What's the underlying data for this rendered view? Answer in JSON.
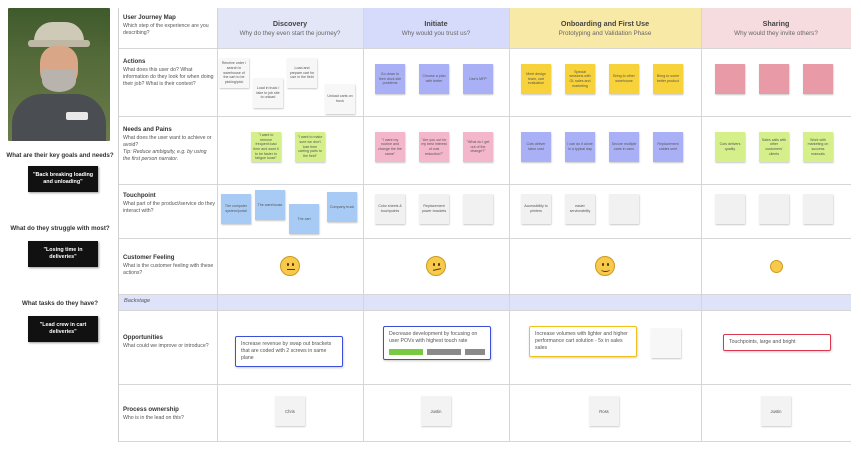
{
  "persona": {
    "questions": [
      "What are their key goals and needs?",
      "What do they struggle with most?",
      "What tasks do they have?"
    ],
    "cards": [
      "\"Back breaking loading and unloading\"",
      "\"Losing time in deliveries\"",
      "\"Lead crew in cart deliveries\""
    ]
  },
  "rows": {
    "journey": {
      "title": "User Journey Map",
      "desc": "Which step of the experience are you describing?"
    },
    "actions": {
      "title": "Actions",
      "desc": "What does this user do? What information do they look for when doing their job? What is their context?"
    },
    "needs": {
      "title": "Needs and Pains",
      "desc": "What does the user want to achieve or avoid?",
      "tip": "Tip: Reduce ambiguity, e.g. by using the first person narrator."
    },
    "touchpoint": {
      "title": "Touchpoint",
      "desc": "What part of the product/service do they interact with?"
    },
    "feeling": {
      "title": "Customer Feeling",
      "desc": "What is the customer feeling with these actions?"
    },
    "backstage": {
      "title": "Backstage"
    },
    "opportunities": {
      "title": "Opportunities",
      "desc": "What could we improve or introduce?"
    },
    "ownership": {
      "title": "Process ownership",
      "desc": "Who is in the lead on this?"
    }
  },
  "stages": [
    {
      "title": "Discovery",
      "subtitle": "Why do they even start the journey?",
      "color": "#e3e6f7"
    },
    {
      "title": "Initiate",
      "subtitle": "Why would you trust us?",
      "color": "#d7dbfb"
    },
    {
      "title": "Onboarding and First Use",
      "subtitle": "Prototyping and Validation Phase",
      "color": "#f9e9a6"
    },
    {
      "title": "Sharing",
      "subtitle": "Why would they invite others?",
      "color": "#f6dcdf"
    }
  ],
  "actions": {
    "discovery": [
      "Receive order / search in warehouse of the cart to be picking/pick",
      "Load in truck / take to job site to unload",
      "Load and prepare cart for use in the field",
      "Unload carts on truck"
    ],
    "initiate": [
      "Go down to their dock site problems",
      "Choose a plan with better",
      "Use's MFP"
    ],
    "onboarding": [
      "Meet design team, cart evaluation",
      "Special sessions with OL sales and marketing",
      "Bring to other warehouse",
      "Bring to some better product"
    ],
    "sharing": [
      "",
      "",
      ""
    ]
  },
  "needs": {
    "discovery": [
      "\"I want to remove frequent load time and want it to be faster to fatigue loose\"",
      "\"I want to make sure we don't lose time carting parts to the field\""
    ],
    "initiate": [
      "\"I want my routine and change the the same\"",
      "\"Are you out for my best interest of cost reduction?\"",
      "\"What do I get out of the change?\""
    ],
    "onboarding": [
      "Cuts deliver labor cost",
      "I can do it alone in a typical day",
      "Secure multiple carts in vans",
      "Replacement cables sent"
    ],
    "sharing": [
      "Cuts delivers quality",
      "Sales calls with other customers' clients",
      "Work with marketing on success manuals"
    ]
  },
  "touchpoints": {
    "discovery": [
      "The computer system/portal",
      "The warehouse",
      "The cart",
      "Company truck"
    ],
    "initiate": [
      "Color sheets & touchpoints",
      "Replacement power brackets",
      ""
    ],
    "onboarding": [
      "Accessibility to printers",
      "easier serviceability",
      ""
    ],
    "sharing": [
      "",
      "",
      ""
    ]
  },
  "opportunities": {
    "discovery": "Increase revenue by swap out brackets that are coded with 2 screws in same plane",
    "initiate": "Decrease development by focusing on user POVs with highest touch rate",
    "onboarding": "Increase volumes with lighter and higher performance cart solution - 5x in sales sales",
    "sharing": "Touchpoints, large and bright"
  },
  "owners": [
    "Chris",
    "Justin",
    "Ross",
    "Justin"
  ],
  "colors": {
    "accent_blue": "#3b4fd8",
    "accent_yellow": "#f1c21b",
    "accent_red": "#d9394e",
    "bar_green": "#7ac943",
    "bar_grey": "#8a8a8a"
  }
}
